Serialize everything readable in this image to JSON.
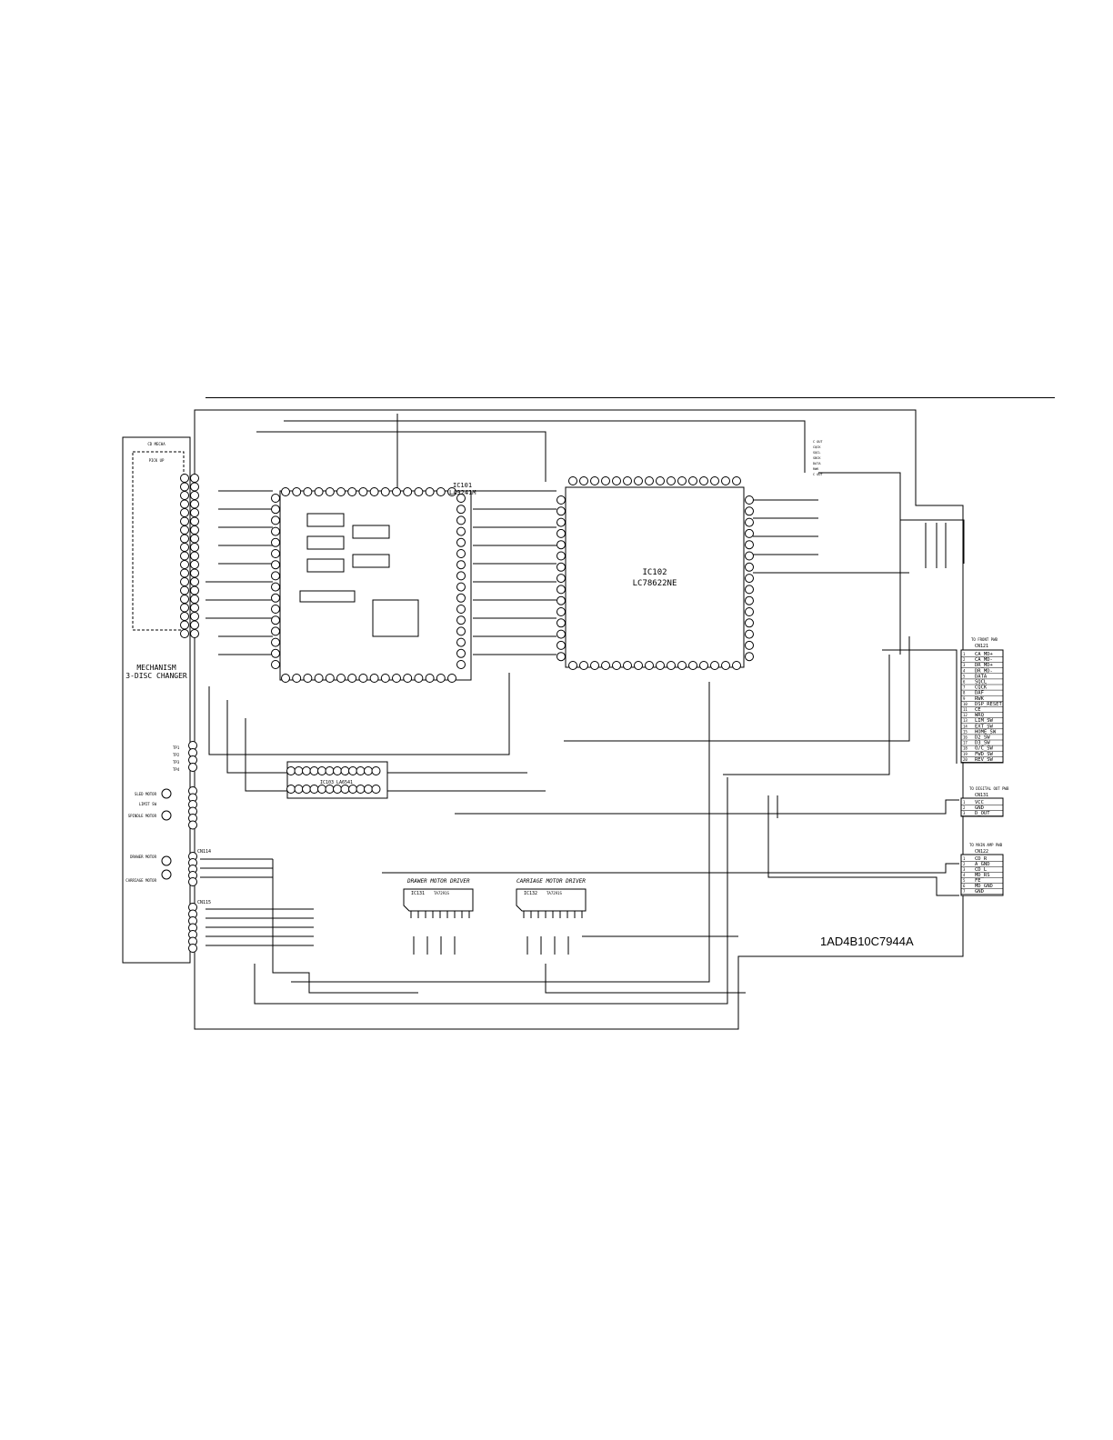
{
  "mechanism": {
    "label_line1": "MECHANISM",
    "label_line2": "3-DISC CHANGER",
    "header": "CD MECHA",
    "pickup": "PICK UP"
  },
  "chips": {
    "ic101": {
      "ref": "IC101",
      "part": "LA9241M"
    },
    "ic102": {
      "ref": "IC102",
      "part": "LC78622NE"
    },
    "ic103": {
      "ref": "IC103",
      "part": "LA6541"
    },
    "ic131": {
      "ref": "IC131",
      "part": "TA7291S"
    },
    "ic132": {
      "ref": "IC132",
      "part": "TA7291S"
    }
  },
  "blocks": {
    "drawer": "DRAWER MOTOR DRIVER",
    "carriage": "CARRIAGE MOTOR DRIVER"
  },
  "connectors": {
    "cn121": {
      "ref": "CN121",
      "label": "TO FRONT PWB",
      "pins": [
        "CA_MD+",
        "CA_MD-",
        "DR_MD+",
        "DR_MD-",
        "DATA",
        "SQCL",
        "CQCK",
        "DAF",
        "RWK",
        "DSP_RESET",
        "CE",
        "WRQ",
        "LIM_SW",
        "EXT_SW",
        "HOME_SW",
        "D2_SW",
        "D3_SW",
        "O/C_SW",
        "FWD_SW",
        "REV_SW"
      ]
    },
    "cn131": {
      "ref": "CN131",
      "label": "TO DIGITAL OUT PWB",
      "pins": [
        "VCC",
        "GND",
        "D_OUT"
      ]
    },
    "cn122": {
      "ref": "CN122",
      "label": "TO MAIN AMP PWB",
      "pins": [
        "CD_R",
        "A_GND",
        "CD_L",
        "MD_RS",
        "FE",
        "MD_GND",
        "GND"
      ]
    },
    "cn114": {
      "ref": "CN114"
    },
    "cn115": {
      "ref": "CN115"
    }
  },
  "motors": [
    "SLED MOTOR",
    "LIMIT SW",
    "SPINDLE MOTOR",
    "DRAWER MOTOR",
    "CARRIAGE MOTOR"
  ],
  "test_points": [
    "TP1",
    "TP2",
    "TP3",
    "TP4"
  ],
  "outputs": [
    "C OUT",
    "CQCK",
    "SQCL",
    "SBCK",
    "DATA",
    "RWK",
    "C OUT"
  ],
  "board_code": "1AD4B10C7944A"
}
